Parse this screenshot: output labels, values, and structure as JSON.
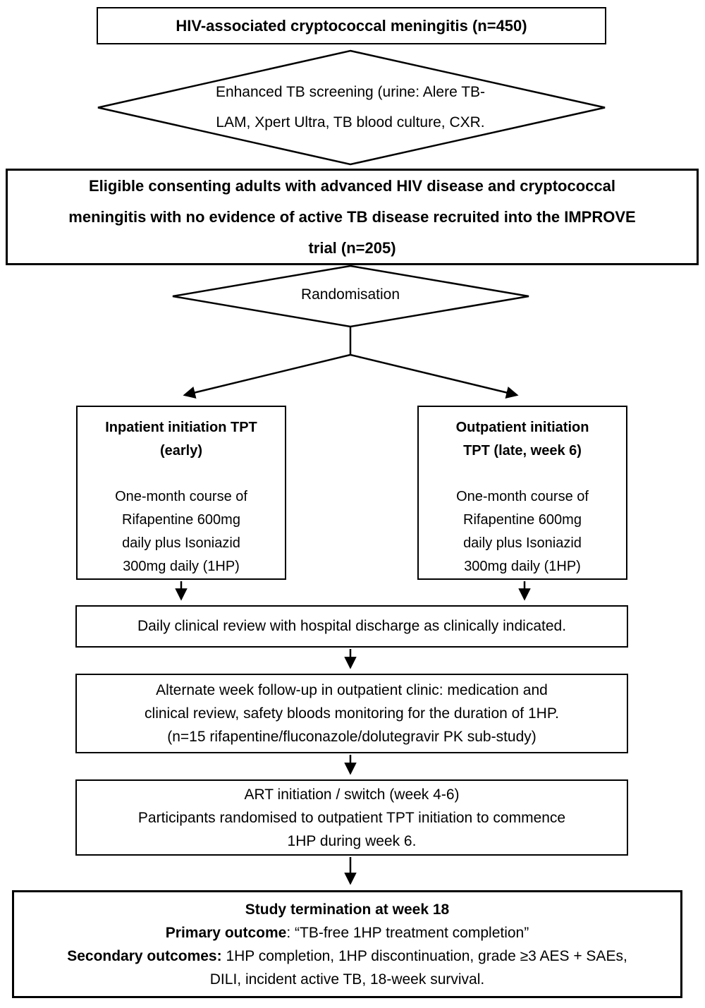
{
  "colors": {
    "border": "#000000",
    "background": "#ffffff",
    "text": "#000000"
  },
  "flowchart": {
    "screened_box": {
      "text": "HIV-associated cryptococcal meningitis (n=450)"
    },
    "screening_diamond": {
      "lines": [
        "Enhanced TB screening (urine: Alere TB-",
        "LAM, Xpert Ultra, TB blood culture, CXR."
      ]
    },
    "eligibility_box": {
      "lines": [
        "Eligible consenting adults with advanced HIV disease and cryptococcal",
        "meningitis with no evidence of active TB disease recruited into the IMPROVE",
        "trial (n=205)"
      ]
    },
    "randomisation_diamond": {
      "text": "Randomisation"
    },
    "inpatient_arm_box": {
      "title_lines": [
        "Inpatient initiation TPT",
        "(early)"
      ],
      "body_lines": [
        "One-month course of",
        "Rifapentine 600mg",
        "daily plus Isoniazid",
        "300mg daily (1HP)"
      ]
    },
    "outpatient_arm_box": {
      "title_lines": [
        "Outpatient initiation",
        "TPT (late, week 6)"
      ],
      "body_lines": [
        "One-month course of",
        "Rifapentine 600mg",
        "daily plus Isoniazid",
        "300mg daily (1HP)"
      ]
    },
    "daily_review_box": {
      "text": "Daily clinical review with hospital discharge as clinically indicated."
    },
    "followup_box": {
      "lines": [
        "Alternate week follow-up in outpatient clinic: medication and",
        "clinical review, safety bloods monitoring for the duration of 1HP.",
        "(n=15 rifapentine/fluconazole/dolutegravir PK sub-study)"
      ]
    },
    "art_box": {
      "lines": [
        "ART initiation / switch (week 4-6)",
        "Participants randomised to outpatient TPT initiation to commence",
        "1HP during week 6."
      ]
    },
    "termination_box": {
      "title": "Study termination at week 18",
      "primary_label": "Primary outcome",
      "primary_text": ": “TB-free 1HP treatment completion”",
      "secondary_label": "Secondary outcomes:",
      "secondary_text": " 1HP completion, 1HP discontinuation, grade ≥3 AES + SAEs,",
      "secondary_text_line2": "DILI, incident active TB, 18-week survival."
    }
  }
}
